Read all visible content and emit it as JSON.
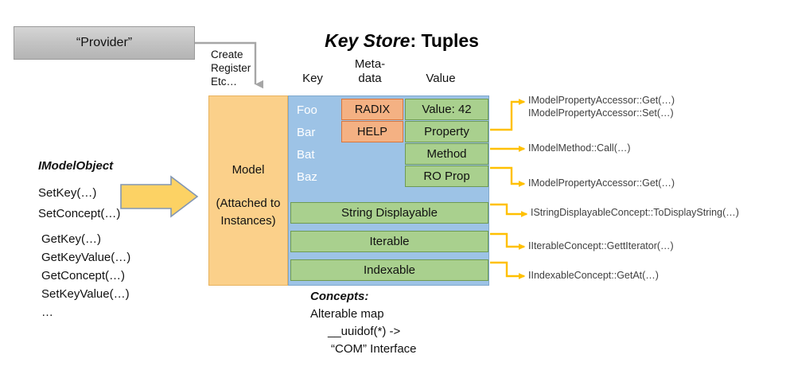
{
  "title": {
    "emphasis": "Key Store",
    "rest": ": Tuples"
  },
  "provider": {
    "label": "“Provider”"
  },
  "create_label": "Create\nRegister\nEtc…",
  "columns": {
    "key": "Key",
    "metadata": "Meta-\ndata",
    "value": "Value"
  },
  "model": {
    "title": "Model",
    "subtitle": "(Attached to\nInstances)"
  },
  "keys": [
    "Foo",
    "Bar",
    "Bat",
    "Baz"
  ],
  "metadata": [
    "RADIX",
    "HELP"
  ],
  "values": [
    "Value: 42",
    "Property",
    "Method",
    "RO Prop"
  ],
  "concept_rows": [
    "String Displayable",
    "Iterable",
    "Indexable"
  ],
  "concepts": {
    "header": "Concepts:",
    "line1": "Alterable map",
    "line2": "__uuidof(*) ->",
    "line3": "“COM” Interface"
  },
  "imodelobject": {
    "title": "IModelObject",
    "methods": [
      "SetKey(…)",
      "SetConcept(…)",
      "GetKey(…)",
      "GetKeyValue(…)",
      "GetConcept(…)",
      "SetKeyValue(…)",
      "…"
    ]
  },
  "annotations": [
    "IModelPropertyAccessor::Get(…)\nIModelPropertyAccessor::Set(…)",
    "IModelMethod::Call(…)",
    "IModelPropertyAccessor::Get(…)",
    "IStringDisplayableConcept::ToDisplayString(…)",
    "IIterableConcept::GettIterator(…)",
    "IIndexableConcept::GetAt(…)"
  ],
  "colors": {
    "model_fill": "#FBD08A",
    "key_fill": "#9DC3E6",
    "metadata_fill": "#F4B183",
    "value_fill": "#A9D08E",
    "provider_fill": "#C3C3C3",
    "connector": "#FFC000",
    "gray_connector": "#A6A6A6"
  }
}
